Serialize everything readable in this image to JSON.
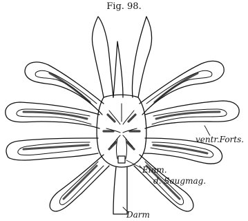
{
  "figure": {
    "title": "Fig. 98."
  },
  "labels": {
    "ventral_process": "ventr.Forts.",
    "junction_line1": "Einm.",
    "junction_line2": "d. Saugmag.",
    "gut": "Darm"
  }
}
